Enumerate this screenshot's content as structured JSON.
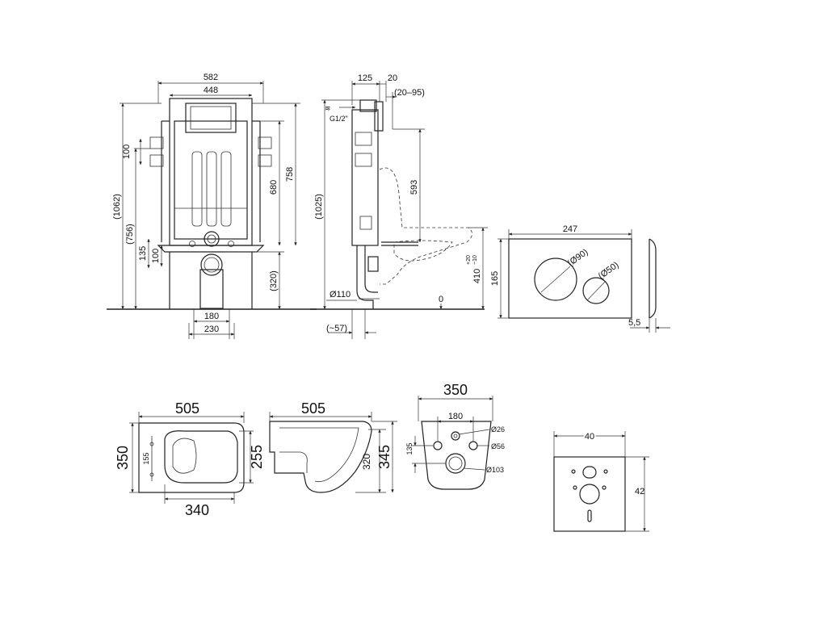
{
  "frame_front": {
    "dims": {
      "w582": "582",
      "w448": "448",
      "h100_upper": "100",
      "h1062": "(1062)",
      "h756": "(756)",
      "h680": "680",
      "h758": "758",
      "h135": "135",
      "h100_lower": "100",
      "h320": "(320)",
      "w180": "180",
      "w230": "230"
    }
  },
  "frame_side": {
    "dims": {
      "w125": "125",
      "w20": "20",
      "w20_95": "(20–95)",
      "inlet": "G1/2\"",
      "h1025": "(1025)",
      "h593": "593",
      "h410": "410",
      "tol_plus": "+20",
      "tol_minus": "−10",
      "d110": "Ø110",
      "w57": "(~57)",
      "zero": "0"
    }
  },
  "flush_plate": {
    "dims": {
      "w247": "247",
      "h165": "165",
      "d90": "(Ø90)",
      "d50": "(Ø50)",
      "t55": "5,5"
    }
  },
  "bowl_top": {
    "dims": {
      "w505": "505",
      "h350": "350",
      "w340": "340",
      "h155": "155",
      "h255": "255"
    }
  },
  "bowl_side": {
    "dims": {
      "w505": "505",
      "h320": "320",
      "h345": "345"
    }
  },
  "bowl_rear": {
    "dims": {
      "w350": "350",
      "w180": "180",
      "h135": "135",
      "d26": "Ø26",
      "d56": "Ø56",
      "d103": "Ø103"
    }
  },
  "gasket": {
    "dims": {
      "w40": "40",
      "h42": "42"
    }
  }
}
